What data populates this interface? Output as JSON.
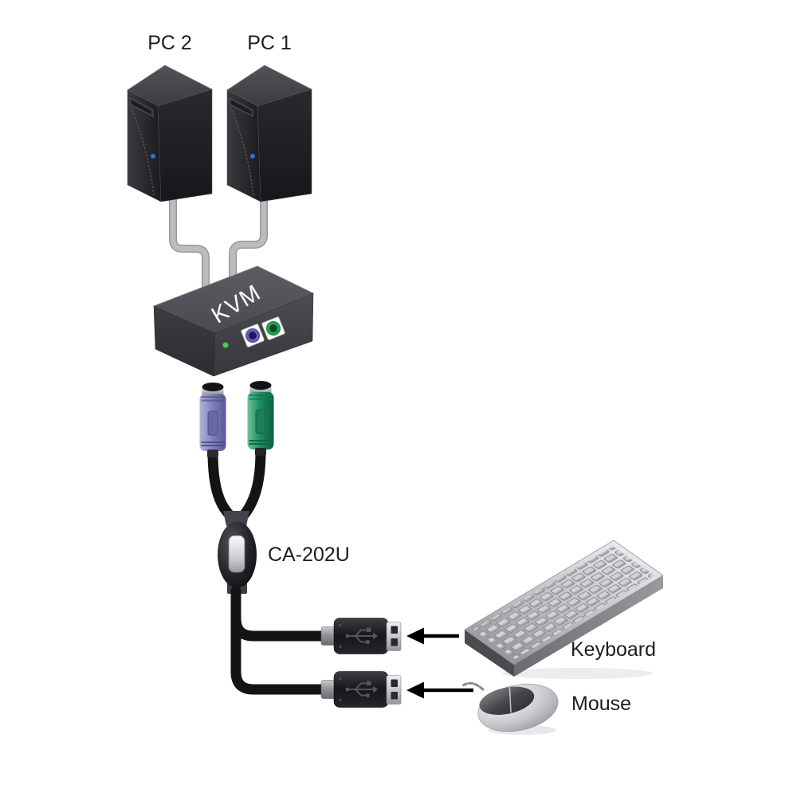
{
  "diagram": {
    "pc2_label": "PC 2",
    "pc1_label": "PC 1",
    "kvm_label": "KVM",
    "adapter_label": "CA-202U",
    "keyboard_label": "Keyboard",
    "mouse_label": "Mouse",
    "colors": {
      "background": "#ffffff",
      "text": "#1d1d1f",
      "kvm_text": "#ffffff",
      "pc_cable_gray": "#bcbcc0",
      "usb_cable_black": "#141414",
      "arrow_black": "#000000",
      "power_led_green": "#3fd43f",
      "power_led_blue": "#2f6fd0",
      "ps2_keyboard_purple": "#8583bd",
      "ps2_mouse_green": "#1f8f63"
    }
  }
}
